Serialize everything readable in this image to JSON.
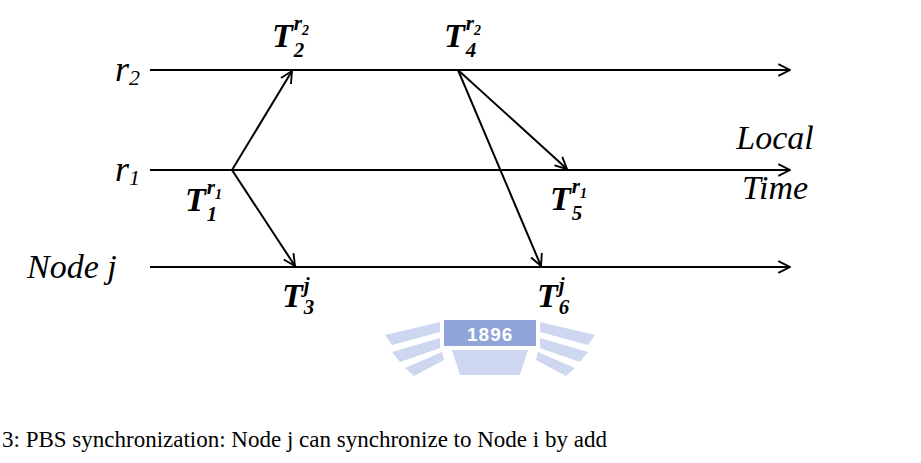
{
  "diagram": {
    "caption": "3: PBS synchronization: Node j can synchronize to Node i by add",
    "labels": [
      "r2",
      "r1",
      "Node j",
      "Local Time",
      "T2r2",
      "T4r2",
      "T1r1",
      "T5r1",
      "T3j",
      "T6j",
      "1896"
    ]
  }
}
